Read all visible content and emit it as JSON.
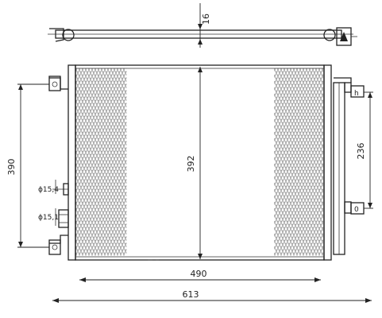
{
  "dimensions": {
    "top_view_thickness": "16",
    "core_height": "392",
    "overall_height": "390",
    "port_pipe_1": "ϕ15,4",
    "port_pipe_2": "ϕ15,1",
    "drier_length": "236",
    "core_width": "490",
    "overall_width": "613"
  },
  "drier_labels": {
    "top": "h",
    "bottom": "0"
  }
}
